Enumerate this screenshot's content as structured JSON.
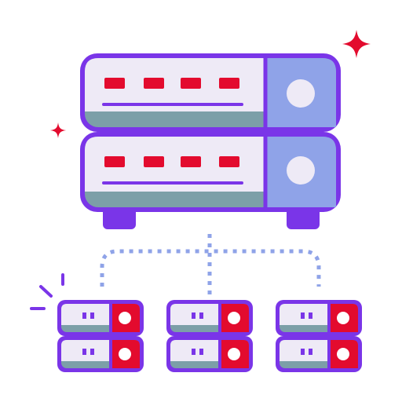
{
  "illustration": {
    "colors": {
      "outline": "#7a35e8",
      "panel": "#eeeaf6",
      "panel_shadow": "#7c9fa8",
      "side_panel": "#8fa3e8",
      "button": "#eeeaf6",
      "led": "#e30b2e",
      "sparkle": "#e30b2e",
      "connector": "#8fa3e8",
      "foot": "#7a35e8",
      "white": "#ffffff"
    },
    "icons": {
      "main": "server-rack-icon",
      "nodes": "server-node-icon",
      "sparkles": "sparkle-icon",
      "network": "network-connection-icon"
    },
    "main_server": {
      "units": 2,
      "leds_per_unit": 4
    },
    "nodes": {
      "count": 3,
      "units_per_node": 2,
      "leds_per_unit": 2
    }
  }
}
